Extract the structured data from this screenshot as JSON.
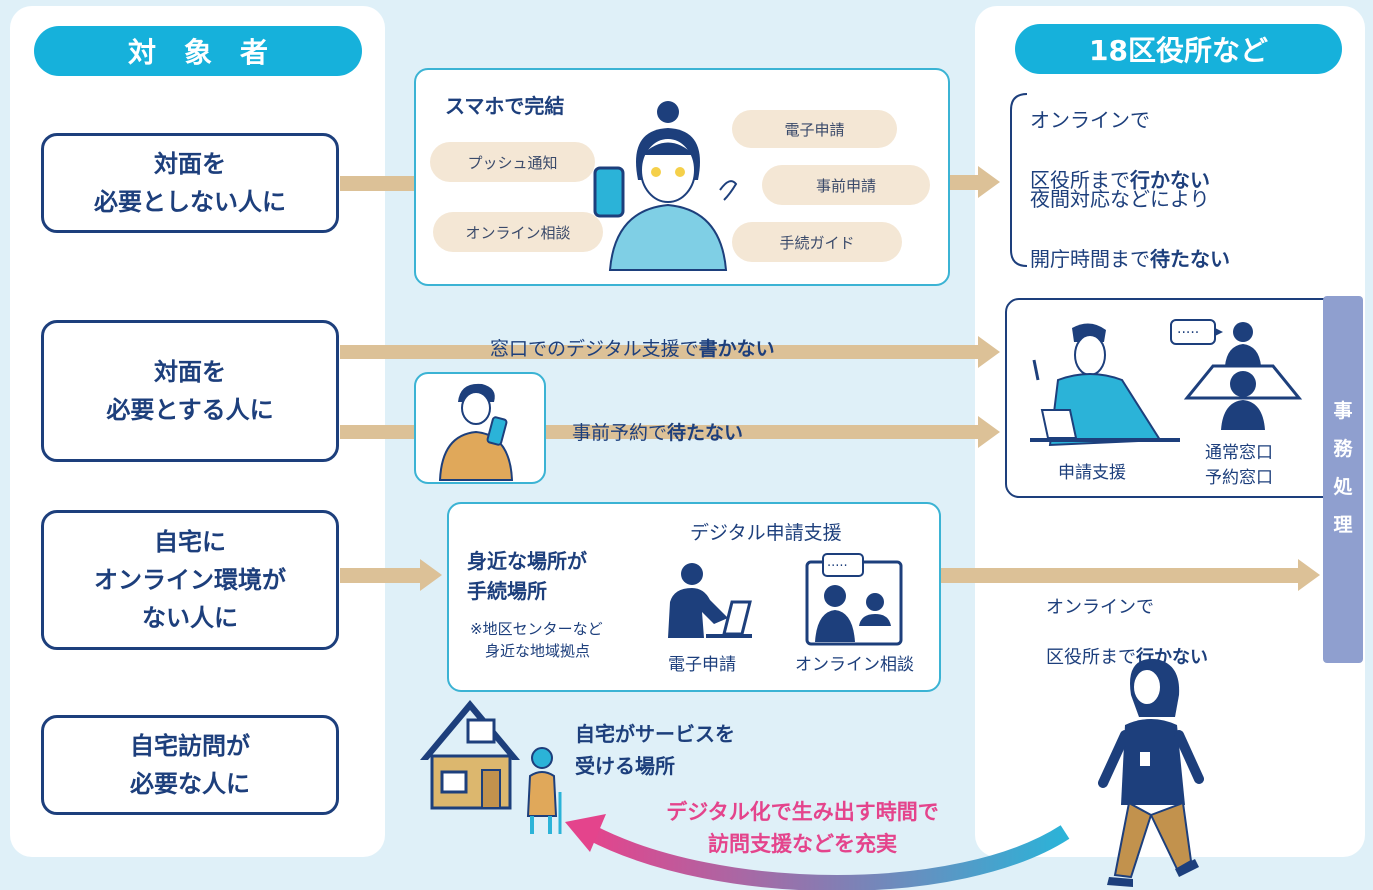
{
  "left": {
    "header": "対　象　者",
    "targets": [
      "対面を\n必要としない人に",
      "対面を\n必要とする人に",
      "自宅に\nオンライン環境が\nない人に",
      "自宅訪問が\n必要な人に"
    ]
  },
  "right": {
    "header": "18区役所など",
    "bracket_line1": "オンラインで",
    "bracket_line2_pre": "区役所まで",
    "bracket_line2_bold": "行かない",
    "bracket_line3": "夜間対応などにより",
    "bracket_line4_pre": "開庁時間まで",
    "bracket_line4_bold": "待たない",
    "desk_support_label": "申請支援",
    "counter_label": "通常窓口\n予約窓口",
    "jimu_label": "事\n務\n処\n理",
    "online_line1": "オンラインで",
    "online_line2_pre": "区役所まで",
    "online_line2_bold": "行かない"
  },
  "smartphone_box": {
    "title": "スマホで完結",
    "tags": [
      "電子申請",
      "プッシュ通知",
      "事前申請",
      "オンライン相談",
      "手続ガイド"
    ]
  },
  "row2": {
    "digital_support_pre": "窓口でのデジタル支援で",
    "digital_support_bold": "書かない",
    "reservation_pre": "事前予約で",
    "reservation_bold": "待たない"
  },
  "nearby_box": {
    "header": "デジタル申請支援",
    "title": "身近な場所が\n手続場所",
    "note": "※地区センターなど\n　身近な地域拠点",
    "e_application_label": "電子申請",
    "online_consult_label": "オンライン相談"
  },
  "home": {
    "title": "自宅がサービスを\n受ける場所",
    "pink_message": "デジタル化で生み出す時間で\n訪問支援などを充実"
  },
  "colors": {
    "background": "#dff0f8",
    "accent": "#16b1db",
    "navy": "#1d3f7c",
    "arrow": "#dcc197",
    "jimu": "#8f9fcf",
    "pink": "#e4448c"
  }
}
